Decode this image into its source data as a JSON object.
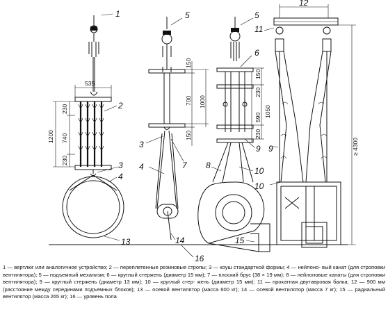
{
  "callouts": {
    "c1": "1",
    "c2": "2",
    "c3": "3",
    "c4": "4",
    "c5a": "5",
    "c5b": "5",
    "c6": "6",
    "c3b": "3",
    "c4b": "4",
    "c7": "7",
    "c8": "8",
    "c9a": "9",
    "c9b": "9",
    "c10a": "10",
    "c10b": "10",
    "c11": "11",
    "c12": "12",
    "c13": "13",
    "c14": "14",
    "c15": "15",
    "c16": "16"
  },
  "dims": {
    "d535": "535",
    "d230a": "230",
    "d740": "740",
    "d230b": "230",
    "d1200": "1200",
    "d150a": "150",
    "d700": "700",
    "d1000": "1000",
    "d150b": "150",
    "d150c": "150",
    "d230c": "230",
    "d590": "590",
    "d1050": "1050",
    "d230d": "230",
    "d4300": "≥ 4300"
  },
  "caption": {
    "line1": "1 — вертлюг или аналогичное устройство; 2 — переплетенные резиновые стропы; 3 — коуш стандартной формы; 4 — нейлоно-",
    "line2": "вый канат (для строповки вентилятора); 5 — подъемный механизм; 6 — круглый стержень (диаметр 15 мм); 7 — плоский брус",
    "line3": "(38 × 19 мм); 8 — нейлоновые канаты (для строповки вентилятора); 9 — круглый стержень (диаметр 13 мм); 10 — круглый стер-",
    "line4": "жень (диаметр 15 мм); 11 — прокатная двутавровая балка; 12 — 900 мм (расстояние между серединами подъемных блоков);",
    "line5": "13 — осевой вентилятор (масса 600 кг); 14 — осевой вентилятор (масса 7 кг); 15 — радиальный вентилятор (масса 265 кг);",
    "line6": "16 — уровень пола"
  }
}
